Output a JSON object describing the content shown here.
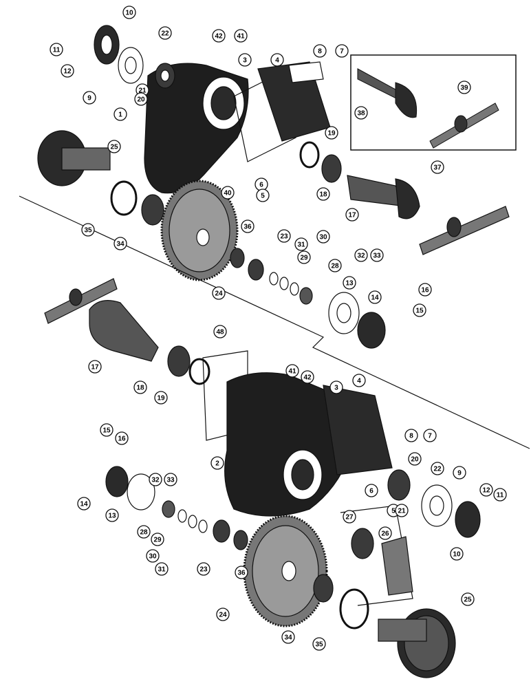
{
  "callouts": [
    "10",
    "11",
    "12",
    "22",
    "42",
    "41",
    "3",
    "4",
    "8",
    "7",
    "9",
    "21",
    "20",
    "1",
    "38",
    "39",
    "37",
    "25",
    "19",
    "18",
    "40",
    "6",
    "5",
    "17",
    "35",
    "34",
    "36",
    "23",
    "31",
    "30",
    "29",
    "28",
    "32",
    "33",
    "24",
    "13",
    "14",
    "16",
    "15",
    "17",
    "18",
    "19",
    "48",
    "41",
    "42",
    "3",
    "4",
    "8",
    "7",
    "15",
    "16",
    "2",
    "20",
    "22",
    "9",
    "12",
    "11",
    "14",
    "13",
    "32",
    "33",
    "28",
    "29",
    "30",
    "31",
    "23",
    "36",
    "6",
    "5",
    "21",
    "10",
    "27",
    "26",
    "24",
    "34",
    "35",
    "25"
  ],
  "colors": {
    "ink": "#111111",
    "paper": "#ffffff",
    "shade": "#2a2a2a"
  }
}
